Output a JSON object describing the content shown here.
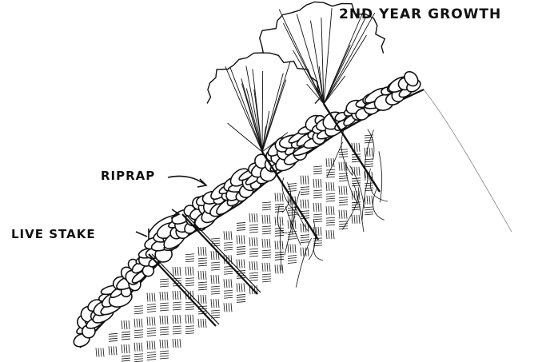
{
  "title": "2ND YEAR GROWTH",
  "labels": {
    "riprap": "RIPRAP",
    "live_stake": "LIVE STAKE"
  },
  "colors": {
    "ink": "#111111",
    "paper": "#ffffff"
  }
}
